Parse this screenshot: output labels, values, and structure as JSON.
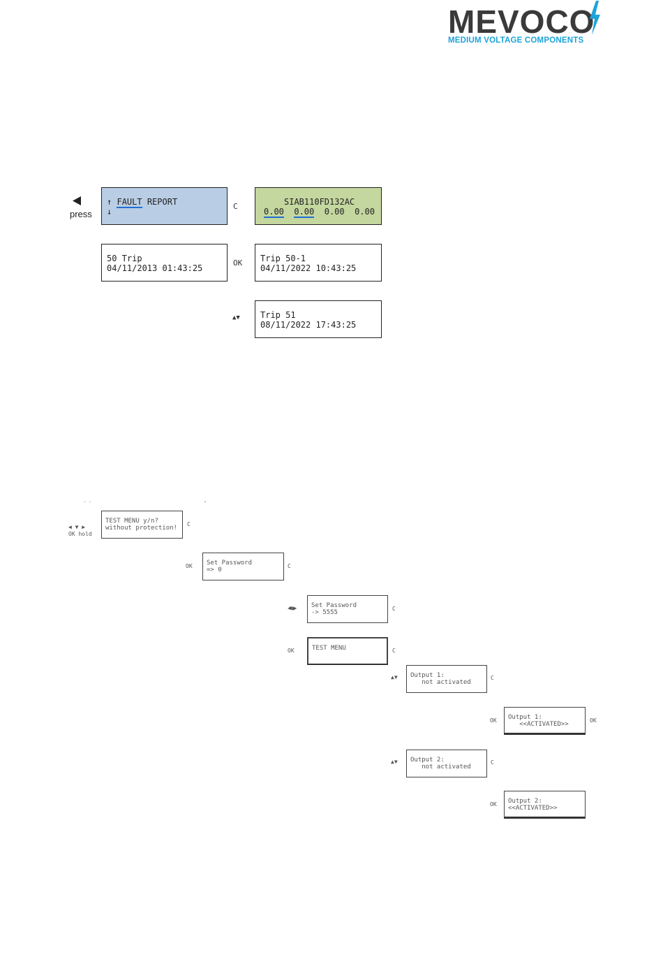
{
  "logo": {
    "wordmark": "MEVOCO",
    "tagline": "MEDIUM VOLTAGE COMPONENTS",
    "text_color": "#3a3a3a",
    "accent_color": "#1da3d9"
  },
  "fault_report": {
    "left_arrow_icon": "triangle-left",
    "press_label": "press",
    "screen1": {
      "arrow_up": "↑",
      "title": "FAULT",
      "title_rest": " REPORT",
      "arrow_down": "↓",
      "bg": "#b9cde4"
    },
    "key_c": "C",
    "screen2": {
      "line1": "SIAB110FD132AC",
      "val1": "0.00",
      "val2": "0.00",
      "val3": "0.00",
      "val4": "0.00",
      "bg": "#c4d79f"
    },
    "screen3": {
      "line1": "50 Trip",
      "line2": "04/11/2013 01:43:25"
    },
    "key_ok": "OK",
    "screen4": {
      "line1": "Trip 50-1",
      "line2": "04/11/2022 10:43:25"
    },
    "key_updown": "▲▼",
    "screen5": {
      "line1": "Trip 51",
      "line2": "08/11/2022 17:43:25"
    }
  },
  "test_menu": {
    "mark_left": "' '",
    "mark_right": "\"",
    "keys_combo": "◀ ▼ ▶",
    "ok_hold": "OK hold",
    "s1": {
      "line1": "TEST MENU y/n?",
      "line2": "without protection!"
    },
    "s1_key": "C",
    "ok1": "OK",
    "s2": {
      "line1": "Set Password",
      "line2": "=> 0"
    },
    "s2_key": "C",
    "arrows2": "◀▼▲▶",
    "s3": {
      "line1": "Set Password",
      "line2": "-> 5555"
    },
    "s3_key": "C",
    "ok3": "OK",
    "s4": {
      "line1": "TEST MENU",
      "line2": ""
    },
    "s4_key": "C",
    "ud5": "▲▼",
    "s5": {
      "line1": "Output 1:",
      "line2": "   not activated"
    },
    "s5_key": "C",
    "ok6": "OK",
    "s6": {
      "line1": "Output 1:",
      "line2": "   <<ACTIVATED>>"
    },
    "s6_key": "OK",
    "ud7": "▲▼",
    "s7": {
      "line1": "Output 2:",
      "line2": "   not activated"
    },
    "s7_key": "C",
    "ok8": "OK",
    "s8": {
      "line1": "Output 2:",
      "line2": "<<ACTIVATED>>"
    }
  }
}
